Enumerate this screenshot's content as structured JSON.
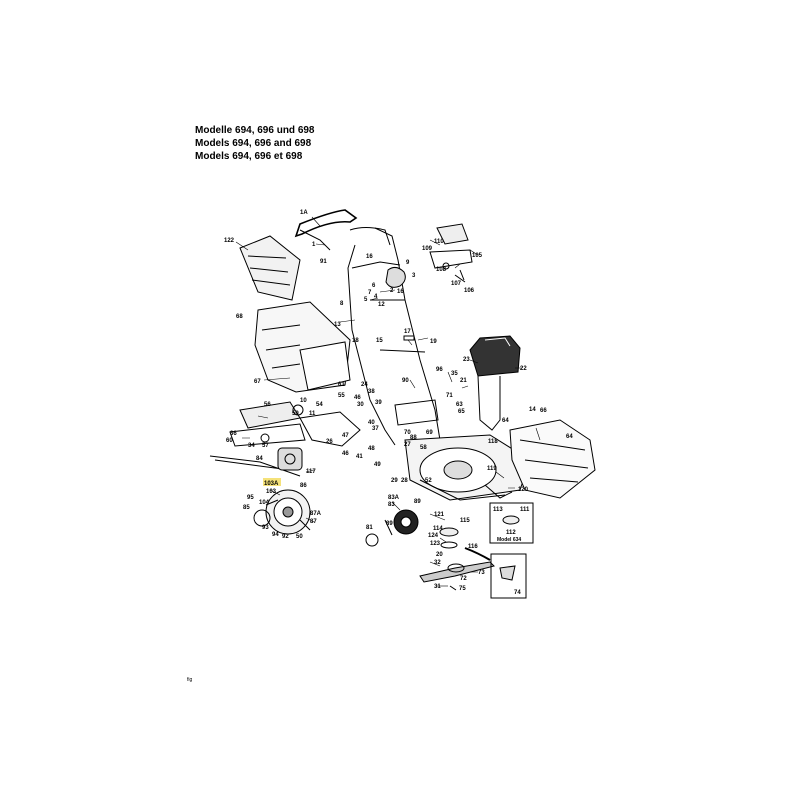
{
  "titles": [
    "Modelle 694, 696 und 698",
    "Models 694, 696 and 698",
    "Models 694, 696 et 698"
  ],
  "highlight_color": "#f5e27a",
  "labels": {
    "l_1A": "1A",
    "l_1": "1",
    "l_122": "122",
    "l_91": "91",
    "l_16a": "16",
    "l_9": "9",
    "l_3": "3",
    "l_6": "6",
    "l_7": "7",
    "l_8": "8",
    "l_4": "4",
    "l_5": "5",
    "l_2": "2",
    "l_12": "12",
    "l_16b": "16",
    "l_13": "13",
    "l_68": "68",
    "l_17": "17",
    "l_18": "18",
    "l_15": "15",
    "l_19": "19",
    "l_67": "67",
    "l_110": "110",
    "l_109": "109",
    "l_105": "105",
    "l_108": "108",
    "l_107": "107",
    "l_106": "106",
    "l_23": "23",
    "l_22": "22",
    "l_96": "96",
    "l_35": "35",
    "l_21": "21",
    "l_90": "90",
    "l_71": "71",
    "l_63": "63",
    "l_65": "65",
    "l_61": "61",
    "l_24": "24",
    "l_55": "55",
    "l_38": "38",
    "l_56": "56",
    "l_10": "10",
    "l_54": "54",
    "l_46a": "46",
    "l_30": "30",
    "l_39": "39",
    "l_59": "59",
    "l_11": "11",
    "l_14": "14",
    "l_66": "66",
    "l_64a": "64",
    "l_36": "36",
    "l_60": "60",
    "l_34": "34",
    "l_57": "57",
    "l_26": "26",
    "l_47": "47",
    "l_40": "40",
    "l_37": "37",
    "l_70": "70",
    "l_69": "69",
    "l_118": "118",
    "l_64b": "64",
    "l_84": "84",
    "l_117": "117",
    "l_46b": "46",
    "l_41": "41",
    "l_48": "48",
    "l_49": "49",
    "l_27": "27",
    "l_58": "58",
    "l_88": "88",
    "l_29": "29",
    "l_28": "28",
    "l_52": "52",
    "l_119": "119",
    "l_120": "120",
    "l_103A": "103A",
    "l_103": "103",
    "l_86": "86",
    "l_95": "95",
    "l_104": "104",
    "l_85": "85",
    "l_87A": "87A",
    "l_87": "87",
    "l_93": "93",
    "l_94": "94",
    "l_92": "92",
    "l_50": "50",
    "l_83A": "83A",
    "l_83": "83",
    "l_89": "89",
    "l_81": "81",
    "l_121": "121",
    "l_114": "114",
    "l_115": "115",
    "l_124": "124",
    "l_116": "116",
    "l_123": "123",
    "l_20": "20",
    "l_32": "32",
    "l_73": "73",
    "l_72": "72",
    "l_31": "31",
    "l_75": "75",
    "l_113": "113",
    "l_111": "111",
    "l_112": "112",
    "l_model": "Model 634",
    "l_74": "74"
  },
  "footer": "fig"
}
